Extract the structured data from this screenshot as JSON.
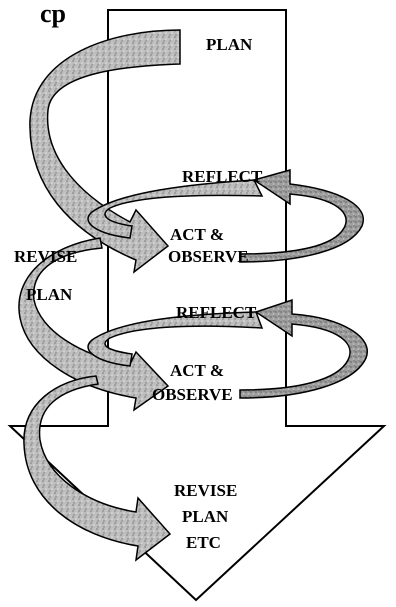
{
  "header_fragment": "cp",
  "stages": {
    "plan": "PLAN",
    "reflect_1": "REFLECT",
    "act_1_line1": "ACT &",
    "act_1_line2": "OBSERVE",
    "revise_left_line1": "REVISE",
    "revise_left_line2": "PLAN",
    "reflect_2": "REFLECT",
    "act_2_line1": "ACT &",
    "act_2_line2": "OBSERVE",
    "final_line1": "REVISE",
    "final_line2": "PLAN",
    "final_line3": "ETC"
  },
  "colors": {
    "outline": "#000000",
    "arrow_fill": "#b7b7b7",
    "arrow_fill_dark": "#8f8f8f",
    "background": "#ffffff"
  }
}
